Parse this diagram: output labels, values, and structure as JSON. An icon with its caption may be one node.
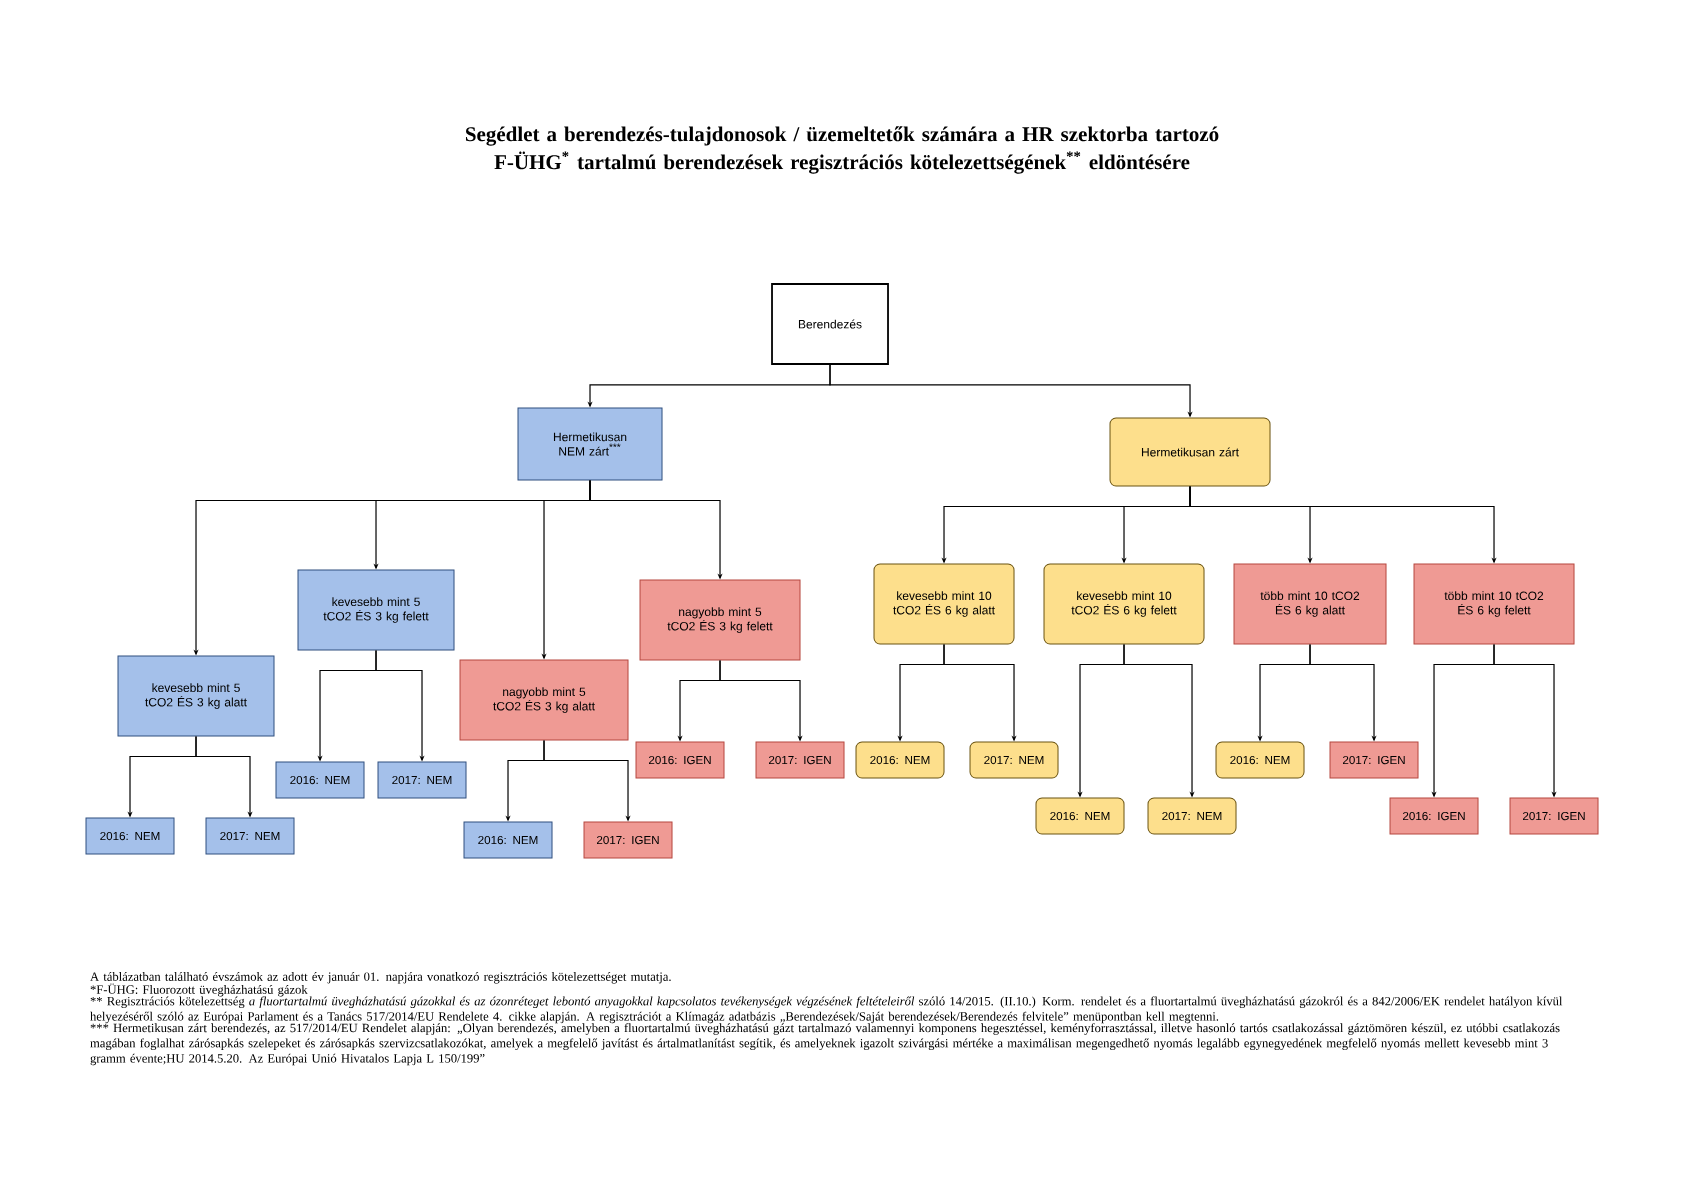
{
  "diagram": {
    "title": "Segédlet a berendezés-tulajdonosok / üzemeltetők számára a HR szektorba tartozó F-ÜHG$^{*}$ tartalmú berendezések regisztrációs kötelezettségének$^{**}$ eldöntésére",
    "nodes": [
      {
        "text": [
          "Berendezés"
        ]
      },
      {
        "text": [
          "Hermetikusan NEM zárt$^{***}$"
        ]
      },
      {
        "text": [
          "Hermetikusan zárt"
        ]
      },
      {
        "text": [
          "kevesebb mint 5 tCO2 ÉS 3 kg alatt"
        ]
      },
      {
        "text": [
          "kevesebb mint 5 tCO2 ÉS 3 kg felett"
        ]
      },
      {
        "text": [
          "nagyobb mint 5 tCO2 ÉS 3 kg alatt"
        ]
      },
      {
        "text": [
          "nagyobb mint 5 tCO2 ÉS 3 kg felett"
        ]
      },
      {
        "text": [
          "kevesebb mint 10 tCO2 ÉS 6 kg alatt"
        ]
      },
      {
        "text": [
          "kevesebb mint 10 tCO2 ÉS 6 kg felett"
        ]
      },
      {
        "text": [
          "több mint 10 tCO2 ÉS 6 kg alatt"
        ]
      },
      {
        "text": [
          "több mint 10 tCO2 ÉS 6 kg felett"
        ]
      },
      {
        "text": [
          "2016: NEM"
        ]
      },
      {
        "text": [
          "2017: NEM"
        ]
      },
      {
        "text": [
          "2016: NEM"
        ]
      },
      {
        "text": [
          "2017: NEM"
        ]
      },
      {
        "text": [
          "2016: NEM"
        ]
      },
      {
        "text": [
          "2017: IGEN"
        ]
      },
      {
        "text": [
          "2016: IGEN"
        ]
      },
      {
        "text": [
          "2017: IGEN"
        ]
      },
      {
        "text": [
          "2016: NEM"
        ]
      },
      {
        "text": [
          "2017: NEM"
        ]
      },
      {
        "text": [
          "2016: NEM"
        ]
      },
      {
        "text": [
          "2017: NEM"
        ]
      },
      {
        "text": [
          "2016: NEM"
        ]
      },
      {
        "text": [
          "2017: IGEN"
        ]
      },
      {
        "text": [
          "2016: IGEN"
        ]
      },
      {
        "text": [
          "2017: IGEN"
        ]
      }
    ],
    "edges": [
      {
        "from": 0,
        "to": 1,
        "arrow": "to"
      },
      {
        "from": 0,
        "to": 2,
        "arrow": "to"
      },
      {
        "from": 1,
        "to": 3,
        "arrow": "to"
      },
      {
        "from": 1,
        "to": 4,
        "arrow": "to"
      },
      {
        "from": 1,
        "to": 5,
        "arrow": "to"
      },
      {
        "from": 1,
        "to": 6,
        "arrow": "to"
      },
      {
        "from": 2,
        "to": 7,
        "arrow": "to"
      },
      {
        "from": 2,
        "to": 8,
        "arrow": "to"
      },
      {
        "from": 2,
        "to": 9,
        "arrow": "to"
      },
      {
        "from": 2,
        "to": 10,
        "arrow": "to"
      },
      {
        "from": 3,
        "to": 11,
        "arrow": "to"
      },
      {
        "from": 3,
        "to": 12,
        "arrow": "to"
      },
      {
        "from": 4,
        "to": 13,
        "arrow": "to"
      },
      {
        "from": 4,
        "to": 14,
        "arrow": "to"
      },
      {
        "from": 5,
        "to": 15,
        "arrow": "to"
      },
      {
        "from": 5,
        "to": 16,
        "arrow": "to"
      },
      {
        "from": 6,
        "to": 17,
        "arrow": "to"
      },
      {
        "from": 6,
        "to": 18,
        "arrow": "to"
      },
      {
        "from": 7,
        "to": 19,
        "arrow": "to"
      },
      {
        "from": 7,
        "to": 20,
        "arrow": "to"
      },
      {
        "from": 8,
        "to": 21,
        "arrow": "to"
      },
      {
        "from": 8,
        "to": 22,
        "arrow": "to"
      },
      {
        "from": 9,
        "to": 23,
        "arrow": "to"
      },
      {
        "from": 9,
        "to": 24,
        "arrow": "to"
      },
      {
        "from": 10,
        "to": 25,
        "arrow": "to"
      },
      {
        "from": 10,
        "to": 26,
        "arrow": "to"
      }
    ],
    "labels": [
      "A táblázatban található évszámok az adott év január 01. napjára vonatkozó regisztrációs kötelezettséget mutatja.",
      "*F-ÜHG: Fluorozott üvegházhatású gázok",
      "** Regisztrációs kötelezettség *a fluortartalmú üvegházhatású gázokkal és az ózonréteget lebontó anyagokkal kapcsolatos tevékenységek végzésének feltételeiről* szóló 14/2015. (II.10.) Korm. rendelet és a fluortartalmú üvegházhatású gázokról és a 842/2006/EK rendelet hatályon kívül helyezéséről szóló az Európai Parlament és a Tanács 517/2014/EU Rendelete 4. cikke alapján. A regisztrációt a Klímagáz adatbázis „Berendezések/Saját berendezések/Berendezés felvitele” menüpontban kell megtenni.",
      "*** Hermetikusan zárt berendezés, az 517/2014/EU Rendelet alapján: „Olyan berendezés, amelyben a fluortartalmú üvegházhatású gázt tartalmazó valamennyi komponens hegesztéssel, keményforrasztással, illetve hasonló tartós csatlakozással gáztömören készül, ez utóbbi csatlakozás magában foglalhat zárósapkás szelepeket és zárósapkás szervizcsatlakozókat, amelyek a megfelelő javítást és ártalmatlanítást segítik, és amelyeknek igazolt szivárgási mértéke a maximálisan megengedhető nyomás legalább egynegyedének megfelelő nyomás mellett kevesebb mint 3 gramm évente;HU 2014.5.20. Az Európai Unió Hivatalos Lapja L 150/199”"
    ]
  }
}
